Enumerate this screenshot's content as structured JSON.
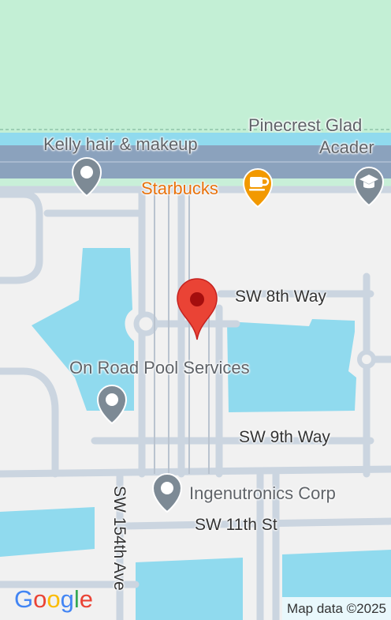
{
  "map": {
    "labels": {
      "park_name_line1": "Pinecrest Glad",
      "park_name_line2": "Acader",
      "poi_kelly": "Kelly hair & makeup",
      "poi_starbucks": "Starbucks",
      "street_8th": "SW 8th Way",
      "poi_pool": "On Road Pool Services",
      "street_9th": "SW 9th Way",
      "poi_ingenutronics": "Ingenutronics Corp",
      "street_11th": "SW 11th St",
      "street_154th": "SW 154th Ave"
    },
    "logo": [
      "G",
      "o",
      "o",
      "g",
      "l",
      "e"
    ],
    "attribution": "Map data ©2025",
    "colors": {
      "park": "#c3efd5",
      "water": "#90daee",
      "road_major": "#8ba2bd",
      "road_minor": "#cbd5e0",
      "land": "#f1f1f1",
      "marker_red": "#ea4335",
      "poi_gray": "#7d8a95",
      "starbucks_orange": "#f29900"
    },
    "icons": [
      "pin-marker-icon",
      "location-dot-icon",
      "coffee-cup-icon",
      "graduation-cap-icon"
    ]
  }
}
